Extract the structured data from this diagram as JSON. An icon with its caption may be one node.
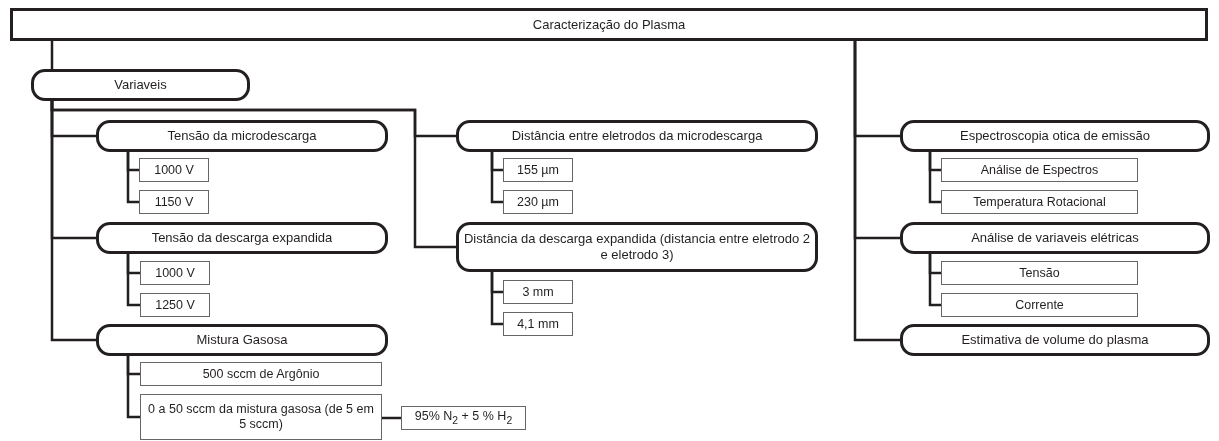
{
  "diagram": {
    "nodes": [
      {
        "text": [
          "Caracterização do Plasma"
        ]
      },
      {
        "text": [
          "Variaveis"
        ]
      },
      {
        "text": [
          "Tensão da microdescarga"
        ]
      },
      {
        "text": [
          "1000 V"
        ]
      },
      {
        "text": [
          "1150 V"
        ]
      },
      {
        "text": [
          "Tensão da descarga expandida"
        ]
      },
      {
        "text": [
          "1000 V"
        ]
      },
      {
        "text": [
          "1250 V"
        ]
      },
      {
        "text": [
          "Mistura Gasosa"
        ]
      },
      {
        "text": [
          "500 sccm de Argônio"
        ]
      },
      {
        "text": [
          "0 a 50 sccm da mistura gasosa (de 5 em 5 sccm)"
        ]
      },
      {
        "text": [
          "95% N$_{2}$ + 5 % H$_{2}$"
        ]
      },
      {
        "text": [
          "Distância entre eletrodos da microdescarga"
        ]
      },
      {
        "text": [
          "155 µm"
        ]
      },
      {
        "text": [
          "230 µm"
        ]
      },
      {
        "text": [
          "Distância da descarga expandida (distancia entre eletrodo 2 e eletrodo 3)"
        ]
      },
      {
        "text": [
          "3 mm"
        ]
      },
      {
        "text": [
          "4,1 mm"
        ]
      },
      {
        "text": [
          "Espectroscopia otica de emissão"
        ]
      },
      {
        "text": [
          "Análise de Espectros"
        ]
      },
      {
        "text": [
          "Temperatura Rotacional"
        ]
      },
      {
        "text": [
          "Análise de variaveis elétricas"
        ]
      },
      {
        "text": [
          "Tensão"
        ]
      },
      {
        "text": [
          "Corrente"
        ]
      },
      {
        "text": [
          "Estimativa de volume do plasma"
        ]
      }
    ],
    "edges": [
      {
        "from": 0,
        "to": 1,
        "arrow": "none"
      },
      {
        "from": 1,
        "to": 2,
        "arrow": "none"
      },
      {
        "from": 1,
        "to": 5,
        "arrow": "none"
      },
      {
        "from": 1,
        "to": 8,
        "arrow": "none"
      },
      {
        "from": 1,
        "to": 12,
        "arrow": "none"
      },
      {
        "from": 1,
        "to": 15,
        "arrow": "none"
      },
      {
        "from": 2,
        "to": 3,
        "arrow": "none"
      },
      {
        "from": 2,
        "to": 4,
        "arrow": "none"
      },
      {
        "from": 5,
        "to": 6,
        "arrow": "none"
      },
      {
        "from": 5,
        "to": 7,
        "arrow": "none"
      },
      {
        "from": 8,
        "to": 9,
        "arrow": "none"
      },
      {
        "from": 8,
        "to": 10,
        "arrow": "none"
      },
      {
        "from": 10,
        "to": 11,
        "arrow": "none"
      },
      {
        "from": 12,
        "to": 13,
        "arrow": "none"
      },
      {
        "from": 12,
        "to": 14,
        "arrow": "none"
      },
      {
        "from": 15,
        "to": 16,
        "arrow": "none"
      },
      {
        "from": 15,
        "to": 17,
        "arrow": "none"
      },
      {
        "from": 0,
        "to": 18,
        "arrow": "none"
      },
      {
        "from": 0,
        "to": 21,
        "arrow": "none"
      },
      {
        "from": 0,
        "to": 24,
        "arrow": "none"
      },
      {
        "from": 18,
        "to": 19,
        "arrow": "none"
      },
      {
        "from": 18,
        "to": 20,
        "arrow": "none"
      },
      {
        "from": 21,
        "to": 22,
        "arrow": "none"
      },
      {
        "from": 21,
        "to": 23,
        "arrow": "none"
      }
    ]
  }
}
